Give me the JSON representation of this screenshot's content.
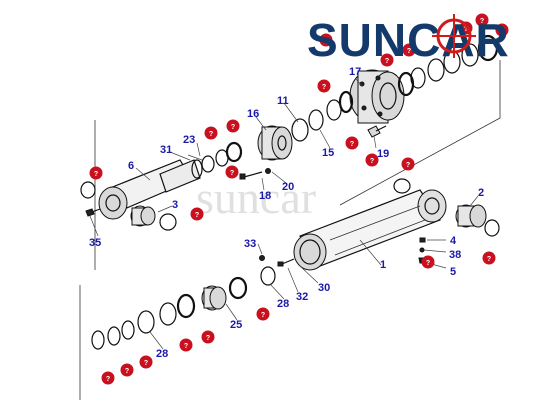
{
  "brand": {
    "logo_text": "SUNCAR",
    "logo_color": "#133a6b",
    "watermark_text": "suncar"
  },
  "colors": {
    "callout_text": "#1a1aa8",
    "badge_fill": "#c8101e"
  },
  "callouts": [
    "1",
    "2",
    "3",
    "4",
    "5",
    "6",
    "11",
    "15",
    "16",
    "17",
    "18",
    "19",
    "20",
    "23",
    "25",
    "28",
    "28",
    "30",
    "31",
    "32",
    "33",
    "35",
    "38"
  ],
  "badges": [
    "?",
    "?",
    "?",
    "?",
    "?",
    "?",
    "?",
    "?",
    "?",
    "?",
    "?",
    "?",
    "?",
    "?",
    "?",
    "?",
    "?",
    "?",
    "?",
    "?",
    "?",
    "?",
    "?"
  ]
}
